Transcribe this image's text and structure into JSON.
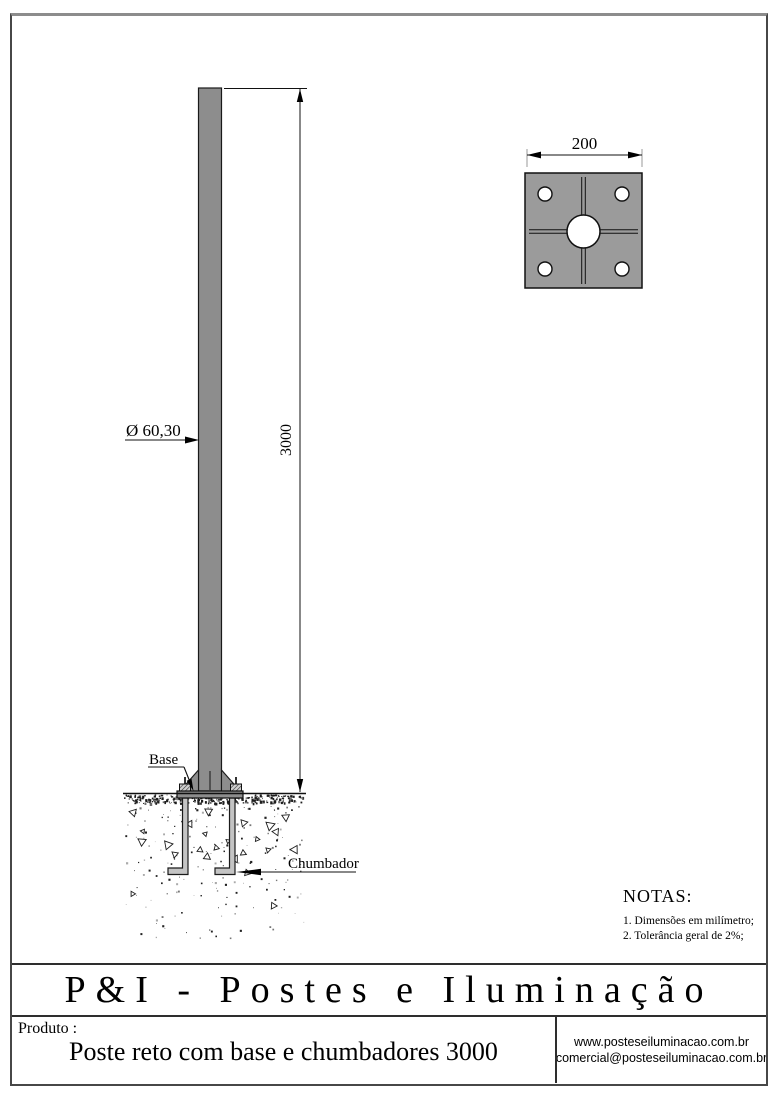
{
  "title_block": {
    "company": "P&I - Postes e Iluminação"
  },
  "product_block": {
    "label": "Produto :",
    "name": "Poste reto com base e chumbadores 3000",
    "website": "www.posteseiluminacao.com.br",
    "email": "comercial@posteseiluminacao.com.br"
  },
  "notes": {
    "heading": "NOTAS:",
    "items": [
      "1. Dimensões em milímetro;",
      "2. Tolerância geral de 2%;"
    ]
  },
  "front_view": {
    "diameter_label": "Ø 60,30",
    "height_dim": "3000",
    "base_label": "Base",
    "anchor_label": "Chumbador"
  },
  "top_view": {
    "width_dim": "200"
  },
  "colors": {
    "steel_gray": "#8d8d8d",
    "plate_gray": "#9b9b9b",
    "anchor_gray": "#c4c4c4",
    "line_black": "#111111"
  }
}
